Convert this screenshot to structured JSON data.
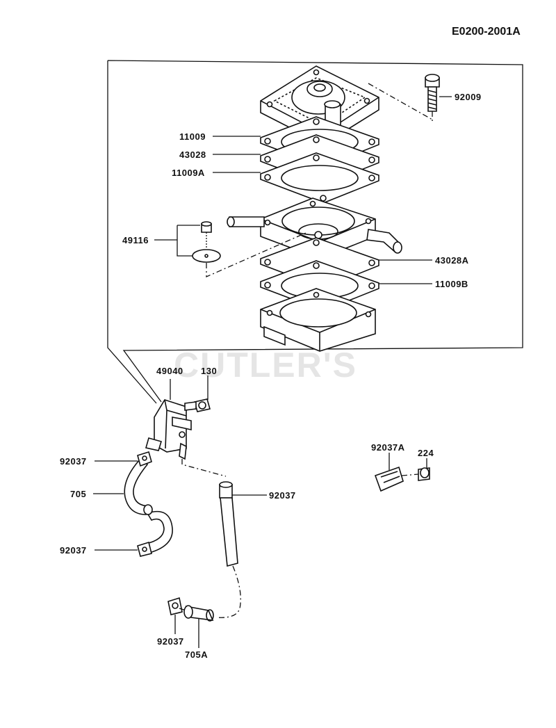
{
  "diagram_code": "E0200-2001A",
  "watermark": "CUTLER'S",
  "labels": {
    "l92009": "92009",
    "l11009": "11009",
    "l43028": "43028",
    "l11009A": "11009A",
    "l49116": "49116",
    "l43028A": "43028A",
    "l11009B": "11009B",
    "l49040": "49040",
    "l130": "130",
    "l92037a": "92037",
    "l705": "705",
    "l92037b": "92037",
    "l92037c": "92037",
    "l92037d": "92037",
    "l705A": "705A",
    "l92037A": "92037A",
    "l224": "224"
  }
}
